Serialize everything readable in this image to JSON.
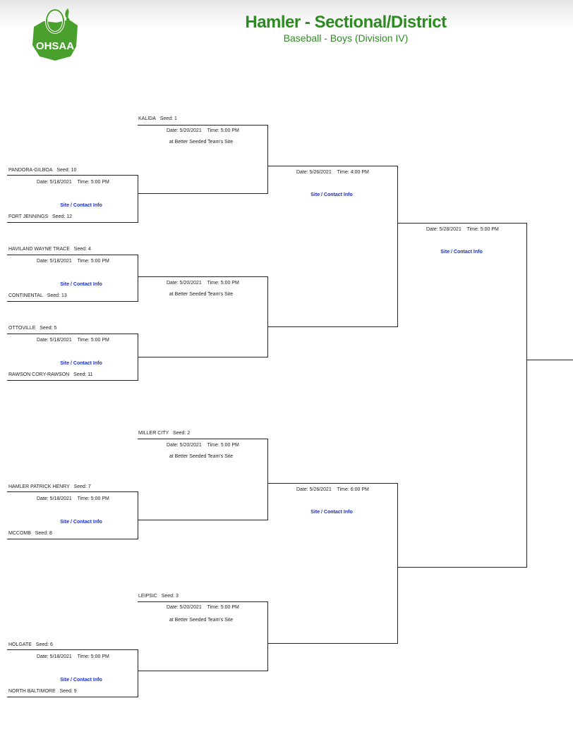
{
  "header": {
    "title": "Hamler - Sectional/District",
    "subtitle": "Baseball - Boys (Division IV)",
    "logo_text": "OHSAA",
    "colors": {
      "title_green": "#2e8b22",
      "link_blue": "#1a2fc9",
      "logo_green": "#4aa02c"
    }
  },
  "round1": [
    {
      "team_a": "PANDORA-GILBOA",
      "seed_a": "Seed: 10",
      "date": "Date: 5/18/2021",
      "time": "Time: 5:00 PM",
      "site": "Site / Contact Info",
      "team_b": "FORT JENNINGS",
      "seed_b": "Seed: 12"
    },
    {
      "team_a": "HAVILAND WAYNE TRACE",
      "seed_a": "Seed: 4",
      "date": "Date: 5/18/2021",
      "time": "Time: 5:00 PM",
      "site": "Site / Contact Info",
      "team_b": "CONTINENTAL",
      "seed_b": "Seed: 13"
    },
    {
      "team_a": "OTTOVILLE",
      "seed_a": "Seed: 5",
      "date": "Date: 5/18/2021",
      "time": "Time: 5:00 PM",
      "site": "Site / Contact Info",
      "team_b": "RAWSON CORY-RAWSON",
      "seed_b": "Seed: 11"
    },
    {
      "team_a": "HAMLER PATRICK HENRY",
      "seed_a": "Seed: 7",
      "date": "Date: 5/18/2021",
      "time": "Time: 5:00 PM",
      "site": "Site / Contact Info",
      "team_b": "MCCOMB",
      "seed_b": "Seed: 8"
    },
    {
      "team_a": "HOLGATE",
      "seed_a": "Seed: 6",
      "date": "Date: 5/18/2021",
      "time": "Time: 5:00 PM",
      "site": "Site / Contact Info",
      "team_b": "NORTH BALTIMORE",
      "seed_b": "Seed: 9"
    }
  ],
  "round2": [
    {
      "team": "KALIDA",
      "seed": "Seed: 1",
      "date": "Date: 5/20/2021",
      "time": "Time: 5:00 PM",
      "site": "at Better Seeded Team's Site"
    },
    {
      "date": "Date: 5/20/2021",
      "time": "Time: 5:00 PM",
      "site": "at Better Seeded Team's Site"
    },
    {
      "team": "MILLER CITY",
      "seed": "Seed: 2",
      "date": "Date: 5/20/2021",
      "time": "Time: 5:00 PM",
      "site": "at Better Seeded Team's Site"
    },
    {
      "team": "LEIPSIC",
      "seed": "Seed: 3",
      "date": "Date: 5/20/2021",
      "time": "Time: 5:00 PM",
      "site": "at Better Seeded Team's Site"
    }
  ],
  "round3": [
    {
      "date": "Date: 5/26/2021",
      "time": "Time: 4:00 PM",
      "site": "Site / Contact Info"
    },
    {
      "date": "Date: 5/26/2021",
      "time": "Time: 6:00 PM",
      "site": "Site / Contact Info"
    }
  ],
  "final": {
    "date": "Date: 5/28/2021",
    "time": "Time: 5:00 PM",
    "site": "Site / Contact Info"
  }
}
